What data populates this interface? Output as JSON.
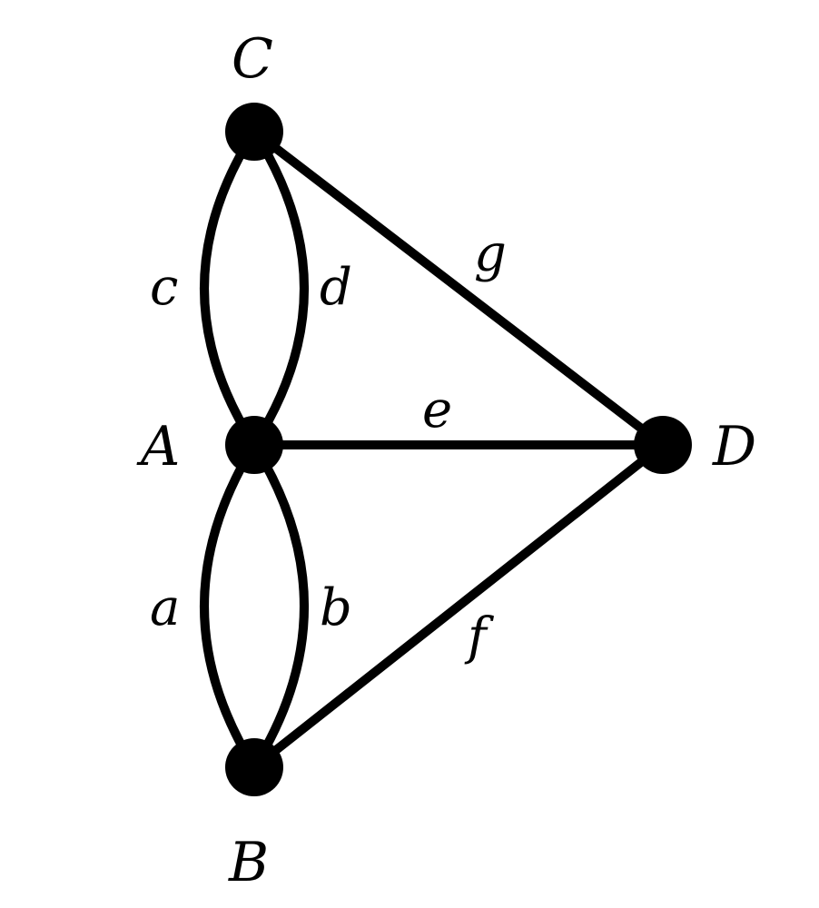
{
  "graph": {
    "vertices": [
      {
        "id": "A",
        "label": "A"
      },
      {
        "id": "B",
        "label": "B"
      },
      {
        "id": "C",
        "label": "C"
      },
      {
        "id": "D",
        "label": "D"
      }
    ],
    "edges": [
      {
        "id": "a",
        "label": "a",
        "from": "A",
        "to": "B"
      },
      {
        "id": "b",
        "label": "b",
        "from": "A",
        "to": "B"
      },
      {
        "id": "c",
        "label": "c",
        "from": "A",
        "to": "C"
      },
      {
        "id": "d",
        "label": "d",
        "from": "A",
        "to": "C"
      },
      {
        "id": "e",
        "label": "e",
        "from": "A",
        "to": "D"
      },
      {
        "id": "f",
        "label": "f",
        "from": "B",
        "to": "D"
      },
      {
        "id": "g",
        "label": "g",
        "from": "C",
        "to": "D"
      }
    ]
  }
}
